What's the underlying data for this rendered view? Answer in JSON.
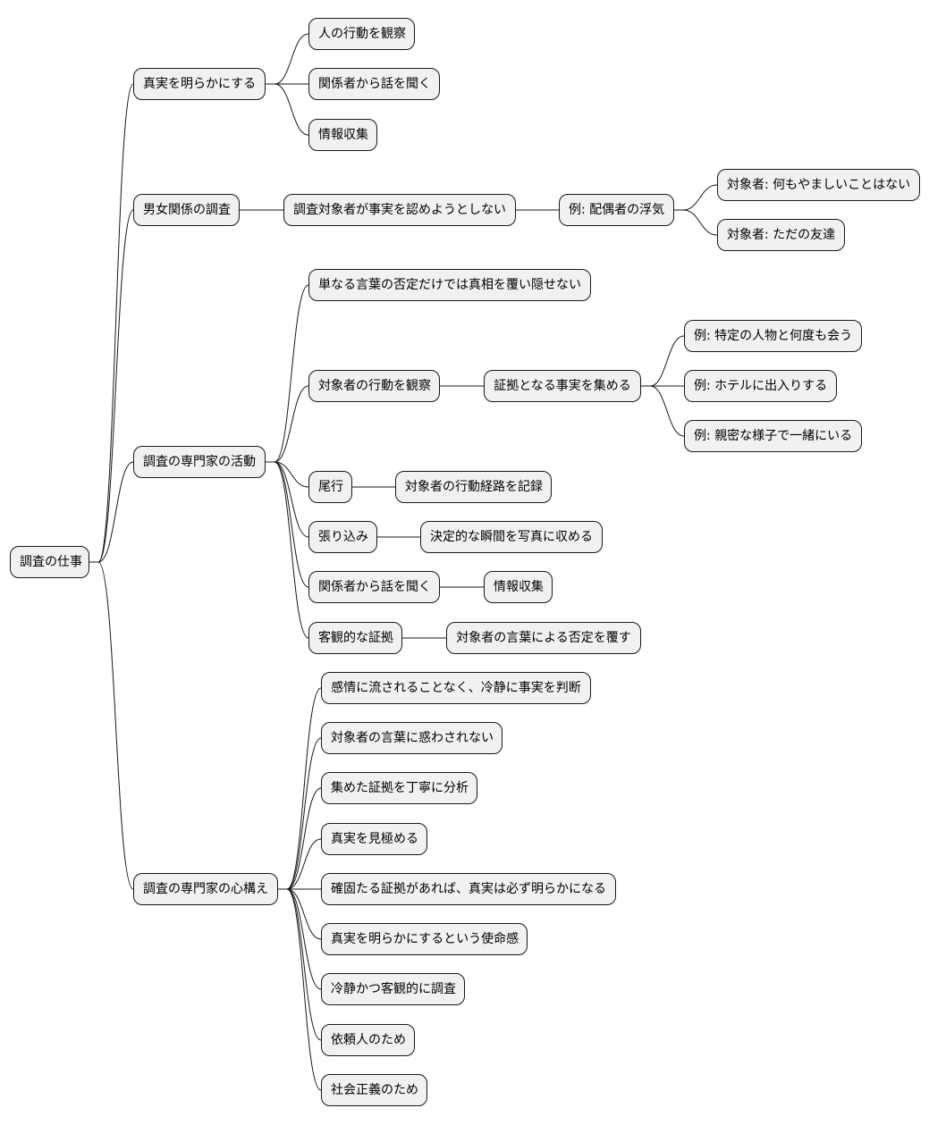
{
  "mindmap": {
    "root": "調査の仕事",
    "branches": [
      {
        "label": "真実を明らかにする",
        "children": [
          {
            "label": "人の行動を観察"
          },
          {
            "label": "関係者から話を聞く"
          },
          {
            "label": "情報収集"
          }
        ]
      },
      {
        "label": "男女関係の調査",
        "children": [
          {
            "label": "調査対象者が事実を認めようとしない",
            "children": [
              {
                "label": "例: 配偶者の浮気",
                "children": [
                  {
                    "label": "対象者: 何もやましいことはない"
                  },
                  {
                    "label": "対象者: ただの友達"
                  }
                ]
              }
            ]
          }
        ]
      },
      {
        "label": "調査の専門家の活動",
        "children": [
          {
            "label": "単なる言葉の否定だけでは真相を覆い隠せない"
          },
          {
            "label": "対象者の行動を観察",
            "children": [
              {
                "label": "証拠となる事実を集める",
                "children": [
                  {
                    "label": "例: 特定の人物と何度も会う"
                  },
                  {
                    "label": "例: ホテルに出入りする"
                  },
                  {
                    "label": "例: 親密な様子で一緒にいる"
                  }
                ]
              }
            ]
          },
          {
            "label": "尾行",
            "children": [
              {
                "label": "対象者の行動経路を記録"
              }
            ]
          },
          {
            "label": "張り込み",
            "children": [
              {
                "label": "決定的な瞬間を写真に収める"
              }
            ]
          },
          {
            "label": "関係者から話を聞く",
            "children": [
              {
                "label": "情報収集"
              }
            ]
          },
          {
            "label": "客観的な証拠",
            "children": [
              {
                "label": "対象者の言葉による否定を覆す"
              }
            ]
          }
        ]
      },
      {
        "label": "調査の専門家の心構え",
        "children": [
          {
            "label": "感情に流されることなく、冷静に事実を判断"
          },
          {
            "label": "対象者の言葉に惑わされない"
          },
          {
            "label": "集めた証拠を丁寧に分析"
          },
          {
            "label": "真実を見極める"
          },
          {
            "label": "確固たる証拠があれば、真実は必ず明らかになる"
          },
          {
            "label": "真実を明らかにするという使命感"
          },
          {
            "label": "冷静かつ客観的に調査"
          },
          {
            "label": "依頼人のため"
          },
          {
            "label": "社会正義のため"
          }
        ]
      }
    ]
  }
}
